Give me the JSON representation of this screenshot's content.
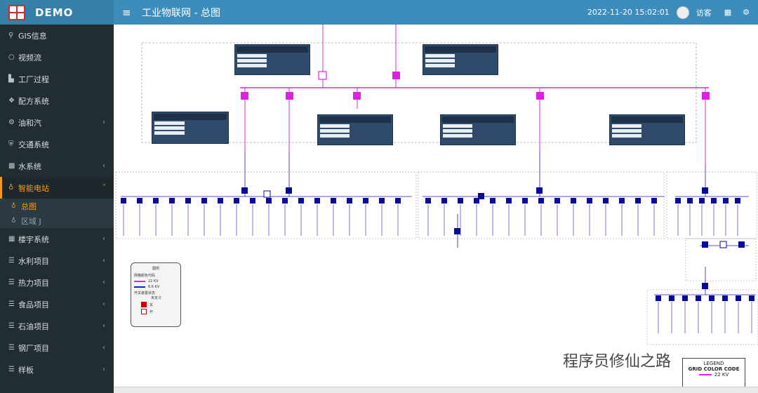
{
  "header": {
    "brand": "DEMO",
    "menu_icon": "hamburger-icon",
    "page_title": "工业物联网 - 总图",
    "datetime": "2022-11-20 15:02:01",
    "user_name": "访客"
  },
  "sidebar": {
    "items": [
      {
        "label": "GIS信息",
        "icon": "map-pin-icon",
        "chevron": ""
      },
      {
        "label": "视频流",
        "icon": "circle-icon",
        "chevron": ""
      },
      {
        "label": "工厂过程",
        "icon": "bar-chart-icon",
        "chevron": ""
      },
      {
        "label": "配方系统",
        "icon": "cubes-icon",
        "chevron": ""
      },
      {
        "label": "油和汽",
        "icon": "gears-icon",
        "chevron": "‹"
      },
      {
        "label": "交通系统",
        "icon": "shield-icon",
        "chevron": ""
      },
      {
        "label": "水系统",
        "icon": "map-icon",
        "chevron": "‹"
      },
      {
        "label": "智能电站",
        "icon": "bulb-icon",
        "chevron": "˅"
      }
    ],
    "submenu": [
      {
        "label": "总图",
        "icon": "bulb-icon"
      },
      {
        "label": "区域 J",
        "icon": "bulb-icon"
      }
    ],
    "items2": [
      {
        "label": "楼宇系统",
        "icon": "building-icon",
        "chevron": "‹"
      },
      {
        "label": "水利项目",
        "icon": "sliders-icon",
        "chevron": "‹"
      },
      {
        "label": "热力项目",
        "icon": "sliders-icon",
        "chevron": "‹"
      },
      {
        "label": "食品项目",
        "icon": "sliders-icon",
        "chevron": "‹"
      },
      {
        "label": "石油项目",
        "icon": "sliders-icon",
        "chevron": "‹"
      },
      {
        "label": "钢厂项目",
        "icon": "sliders-icon",
        "chevron": "‹"
      },
      {
        "label": "样板",
        "icon": "sliders-icon",
        "chevron": "‹"
      }
    ]
  },
  "legend": {
    "title": "图例",
    "color_title": "网格颜色代码",
    "kv22": "22 KV",
    "kv66": "6.6 KV",
    "switch_title": "开关装置状态",
    "undefined": "未定义",
    "closed": "关",
    "open": "开"
  },
  "grid_color_code": {
    "legend": "LEGEND",
    "title": "GRID COLOR CODE",
    "kv": "22 KV"
  },
  "watermark": "程序员修仙之路",
  "colors": {
    "magenta": "#e020e0",
    "blue": "#1a1ad0",
    "panel": "#2f4a6a",
    "switch": "#0a0a9a"
  }
}
